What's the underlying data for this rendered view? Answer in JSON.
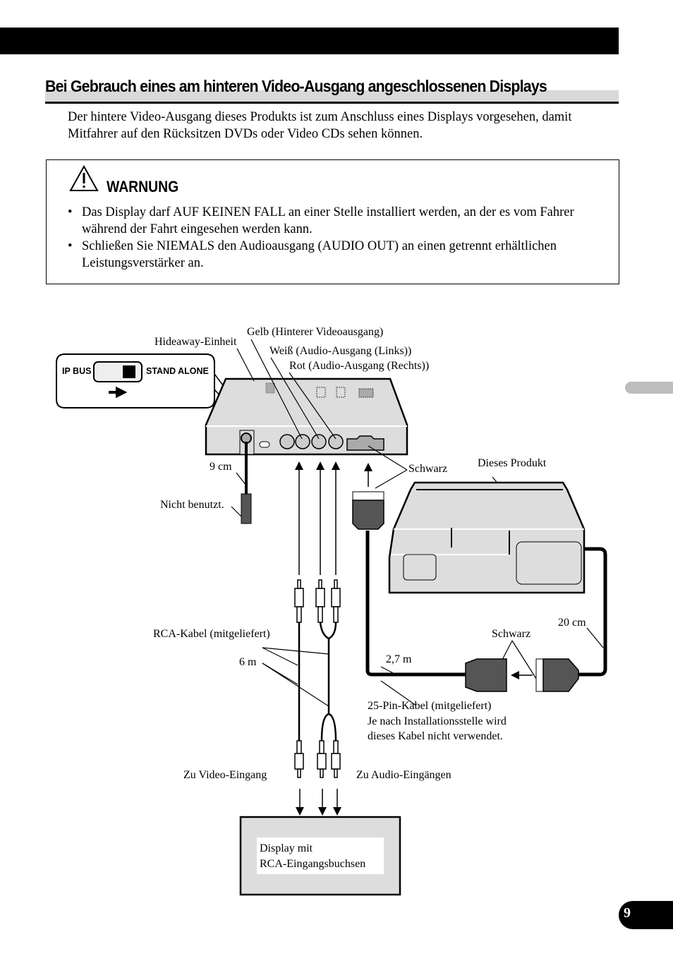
{
  "page": {
    "title": "Bei Gebrauch eines am hinteren Video-Ausgang angeschlossenen Displays",
    "intro": "Der hintere Video-Ausgang dieses Produkts ist zum Anschluss eines Displays vorgesehen, damit Mitfahrer auf den Rücksitzen DVDs oder Video CDs sehen können.",
    "page_number": "9"
  },
  "warning": {
    "icon": "warning-triangle-icon",
    "title": "WARNUNG",
    "items": [
      "Das Display darf AUF KEINEN FALL an einer Stelle installiert werden, an der es vom Fahrer während der Fahrt eingesehen werden kann.",
      "Schließen Sie NIEMALS den Audioausgang (AUDIO OUT) an einen getrennt erhältlichen Leistungsverstärker an."
    ]
  },
  "diagram": {
    "switch": {
      "left_label": "IP BUS",
      "right_label": "STAND ALONE"
    },
    "labels": {
      "hideaway": "Hideaway-Einheit",
      "yellow": "Gelb (Hinterer Videoausgang)",
      "white": "Weiß (Audio-Ausgang (Links))",
      "red": "Rot (Audio-Ausgang (Rechts))",
      "nine_cm": "9 cm",
      "not_used": "Nicht benutzt.",
      "black_top": "Schwarz",
      "this_product": "Dieses Produkt",
      "rca_cable": "RCA-Kabel (mitgeliefert)",
      "six_m": "6 m",
      "black_bottom": "Schwarz",
      "twenty_cm": "20 cm",
      "two_seven_m": "2,7 m",
      "pin_cable_1": "25-Pin-Kabel (mitgeliefert)",
      "pin_cable_2": "Je nach Installationsstelle wird",
      "pin_cable_3": "dieses Kabel nicht verwendet.",
      "to_video": "Zu Video-Eingang",
      "to_audio": "Zu Audio-Eingängen",
      "display_1": "Display mit",
      "display_2": "RCA-Eingangsbuchsen"
    }
  }
}
